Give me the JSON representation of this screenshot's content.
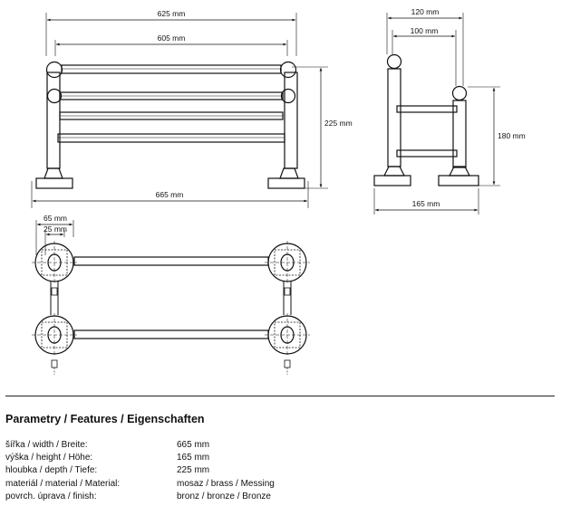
{
  "dimensions": {
    "front_outer_width": "625 mm",
    "front_inner_width": "605 mm",
    "front_height": "225 mm",
    "overall_length": "665 mm",
    "side_top_width": "120 mm",
    "side_inner_width": "100 mm",
    "side_height": "180 mm",
    "side_base_depth": "165 mm",
    "plan_post_spacing": "65 mm",
    "plan_inner_spacing": "25 mm"
  },
  "specs": {
    "title": "Parametry / Features / Eigenschaften",
    "rows": [
      {
        "label": "šířka / width / Breite:",
        "value": "665 mm"
      },
      {
        "label": "výška / height / Höhe:",
        "value": "165 mm"
      },
      {
        "label": "hloubka / depth / Tiefe:",
        "value": "225 mm"
      },
      {
        "label": "materiál / material / Material:",
        "value": "mosaz / brass / Messing"
      },
      {
        "label": "povrch. úprava / finish:",
        "value": "bronz / bronze / Bronze"
      }
    ]
  }
}
